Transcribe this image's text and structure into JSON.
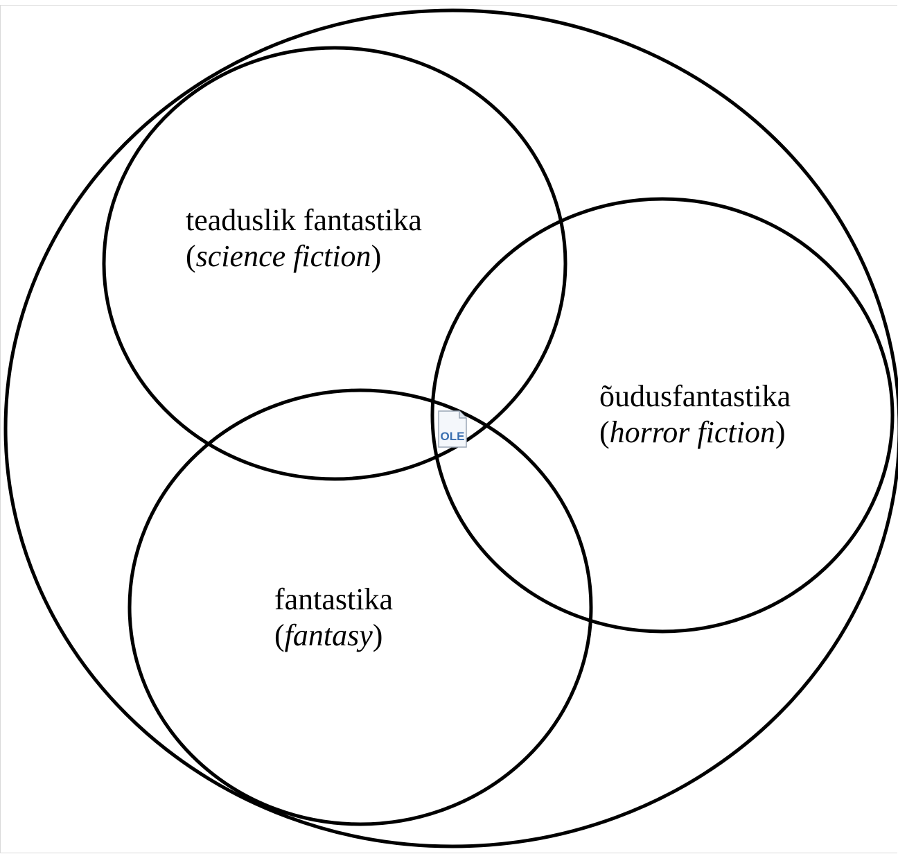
{
  "diagram": {
    "regions": {
      "science_fiction": {
        "estonian": "teaduslik fantastika",
        "english": "science fiction"
      },
      "horror_fiction": {
        "estonian": "õudusfantastika",
        "english": "horror fiction"
      },
      "fantasy": {
        "estonian": "fantastika",
        "english": "fantasy"
      }
    },
    "embedded_object": {
      "label": "OLE",
      "icon": "ole-object-icon"
    },
    "colors": {
      "stroke": "#000000",
      "background": "#ffffff",
      "icon_blue": "#3a6fb0"
    }
  }
}
